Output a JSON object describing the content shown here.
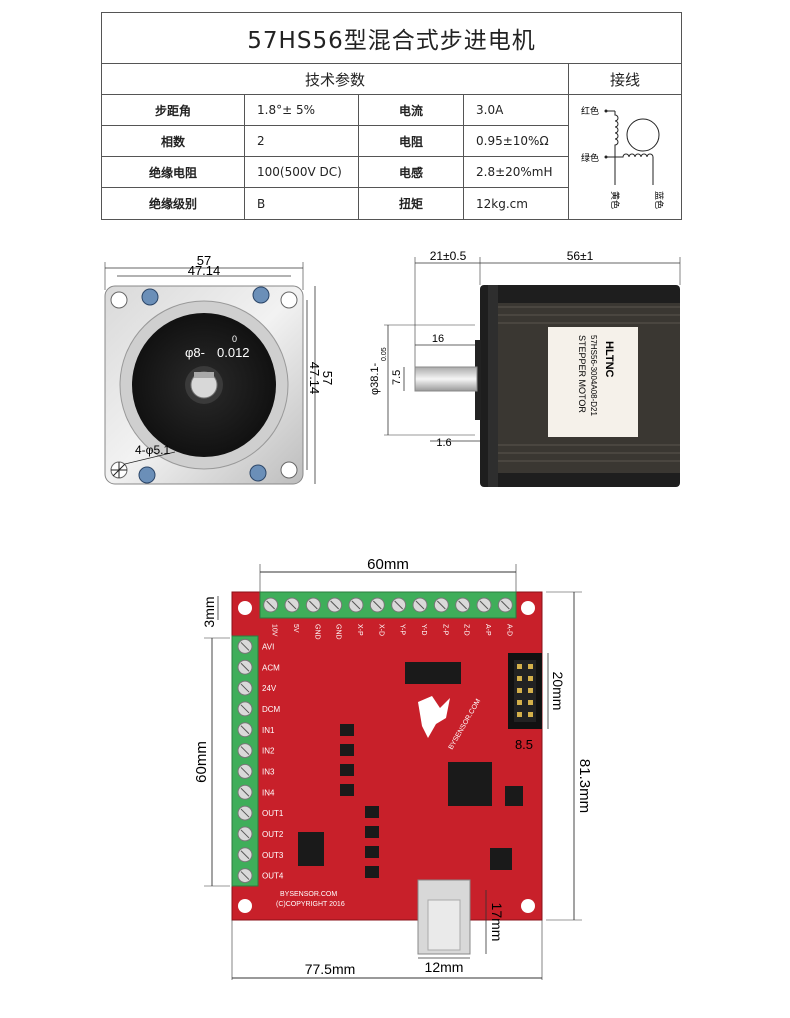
{
  "table": {
    "title": "57HS56型混合式步进电机",
    "tech_header": "技术参数",
    "wiring_header": "接线",
    "rows": [
      {
        "l1": "步距角",
        "v1": "1.8°± 5%",
        "l2": "电流",
        "v2": "3.0A"
      },
      {
        "l1": "相数",
        "v1": "2",
        "l2": "电阻",
        "v2": "0.95±10%Ω"
      },
      {
        "l1": "绝缘电阻",
        "v1": "100(500V  DC)",
        "l2": "电感",
        "v2": "2.8±20%mH"
      },
      {
        "l1": "绝缘级别",
        "v1": "B",
        "l2": "扭矩",
        "v2": "12kg.cm"
      }
    ],
    "wiring": {
      "red": "红色",
      "green": "绿色",
      "yellow": "黄色",
      "blue": "蓝色"
    }
  },
  "front_view": {
    "dim_outer": "57",
    "dim_hole": "47.14",
    "dim_outer_v": "57",
    "dim_hole_v": "47.14",
    "shaft": "φ8-",
    "shaft_tol_top": "0",
    "shaft_tol": "0.012",
    "holes": "4-φ5.1"
  },
  "side_view": {
    "dim_shaft_len": "21±0.5",
    "dim_body_len": "56±1",
    "dim_flat": "16",
    "dim_boss": "φ38.1-",
    "dim_boss_tol": "0.05",
    "dim_flat_h": "7.5",
    "dim_boss_h": "1.6",
    "label_line1": "STEPPER MOTOR",
    "label_line2": "57HS56-3004A08-D21",
    "label_brand": "HLTNC"
  },
  "board": {
    "dim_width": "60mm",
    "dim_margin": "3mm",
    "dim_height_left": "60mm",
    "dim_header": "20mm",
    "dim_header_w": "8.5",
    "dim_total_h": "81.3mm",
    "dim_usb_h": "17mm",
    "dim_total_w": "77.5mm",
    "dim_usb_w": "12mm",
    "top_pins": [
      "10V",
      "5V",
      "GND",
      "GND",
      "X-P",
      "X-D",
      "Y-P",
      "Y-D",
      "Z-P",
      "Z-D",
      "A-P",
      "A-D"
    ],
    "left_pins": [
      "AVI",
      "ACM",
      "24V",
      "DCM",
      "IN1",
      "IN2",
      "IN3",
      "IN4",
      "OUT1",
      "OUT2",
      "OUT3",
      "OUT4"
    ],
    "brand": "BYSENSOR.COM",
    "copyright": "(C)COPYRIGHT 2016",
    "logo_text": "BYSENSOR.COM",
    "board_color": "#c8202a",
    "terminal_color": "#3fae5a"
  }
}
